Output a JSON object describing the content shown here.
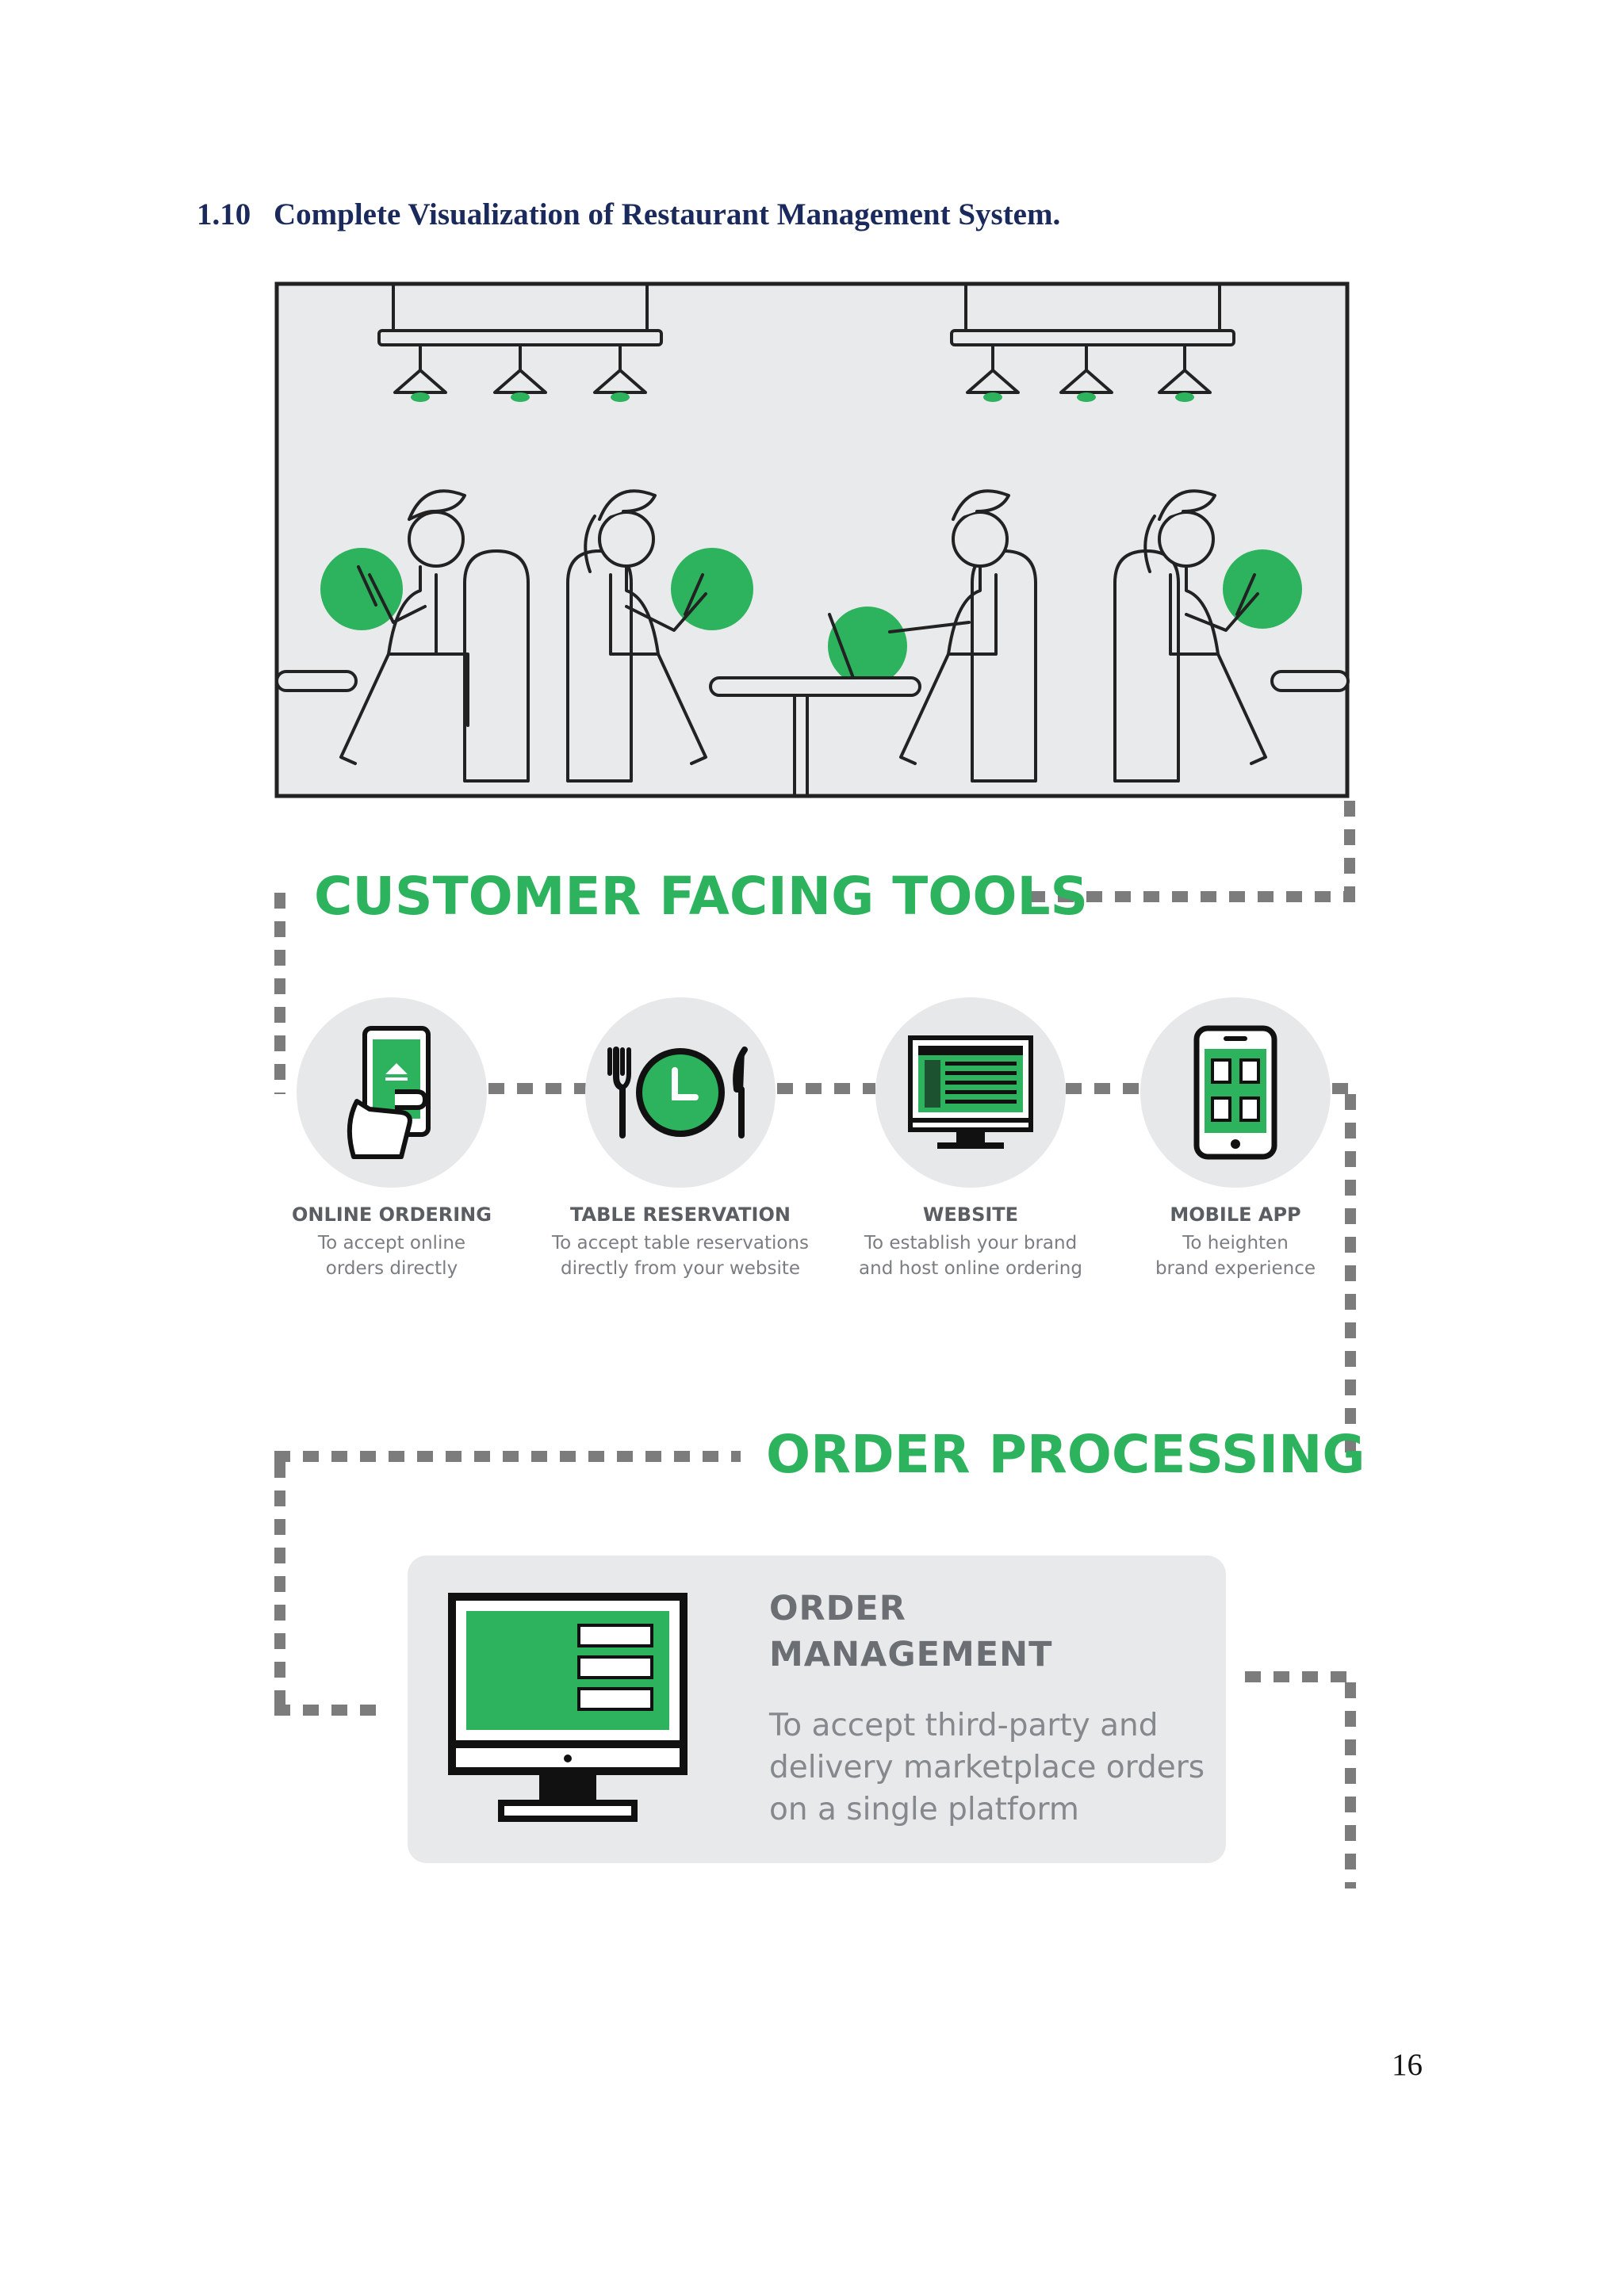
{
  "heading": {
    "number": "1.10",
    "text": "Complete Visualization of Restaurant Management System."
  },
  "colors": {
    "accent_green": "#2db35d",
    "heading_navy": "#1b2a5c",
    "dash_gray": "#7c7c7c",
    "panel_gray": "#e7e8ea"
  },
  "sections": {
    "customer_facing": "CUSTOMER FACING TOOLS",
    "order_processing": "ORDER PROCESSING"
  },
  "tools": [
    {
      "icon": "hand-phone-icon",
      "label": "ONLINE ORDERING",
      "desc": [
        "To accept online",
        "orders directly"
      ]
    },
    {
      "icon": "plate-clock-icon",
      "label": "TABLE RESERVATION",
      "desc": [
        "To accept table reservations",
        "directly from your website"
      ]
    },
    {
      "icon": "monitor-website-icon",
      "label": "WEBSITE",
      "desc": [
        "To establish your brand",
        "and host online ordering"
      ]
    },
    {
      "icon": "mobile-app-icon",
      "label": "MOBILE APP",
      "desc": [
        "To heighten",
        "brand experience"
      ]
    }
  ],
  "order_management": {
    "icon": "desktop-monitor-icon",
    "title": "ORDER\nMANAGEMENT",
    "desc": "To accept third-party and delivery marketplace orders on a single platform"
  },
  "page_number": "16"
}
